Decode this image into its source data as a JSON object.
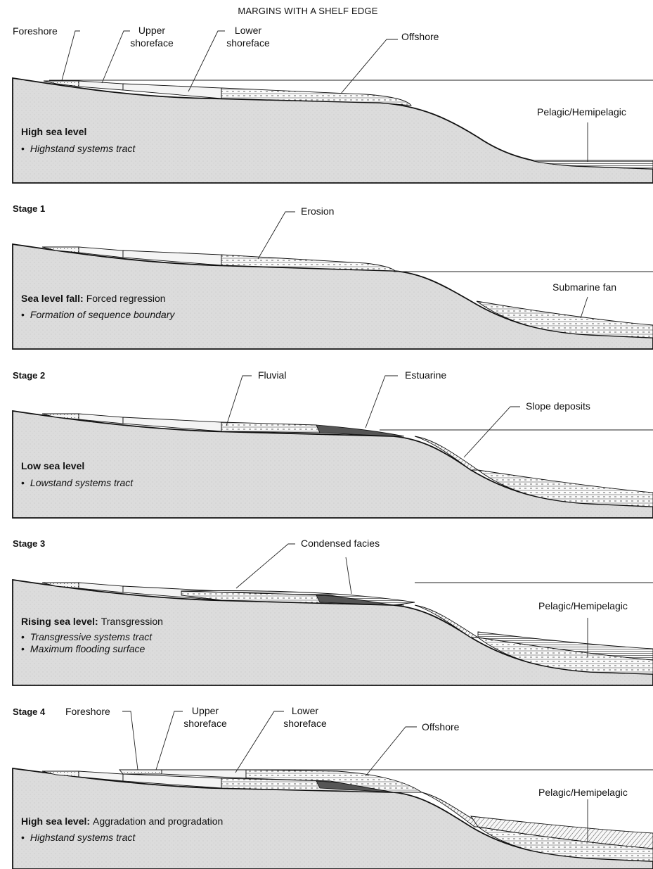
{
  "title": "MARGINS WITH A SHELF EDGE",
  "panel0": {
    "labels": {
      "foreshore": "Foreshore",
      "upper_1": "Upper",
      "upper_2": "shoreface",
      "lower_1": "Lower",
      "lower_2": "shoreface",
      "offshore": "Offshore",
      "pelagic": "Pelagic/Hemipelagic"
    },
    "caption_bold": "High sea level",
    "bullet1": "Highstand systems tract"
  },
  "panel1": {
    "stage": "Stage 1",
    "labels": {
      "erosion": "Erosion",
      "fan": "Submarine fan"
    },
    "caption_bold": "Sea level fall:",
    "caption_rest": "Forced regression",
    "bullet1": "Formation of sequence boundary"
  },
  "panel2": {
    "stage": "Stage 2",
    "labels": {
      "fluvial": "Fluvial",
      "estuarine": "Estuarine",
      "slope": "Slope deposits"
    },
    "caption_bold": "Low sea level",
    "bullet1": "Lowstand systems tract"
  },
  "panel3": {
    "stage": "Stage 3",
    "labels": {
      "condensed": "Condensed facies",
      "pelagic": "Pelagic/Hemipelagic"
    },
    "caption_bold": "Rising sea level:",
    "caption_rest": "Transgression",
    "bullet1": "Transgressive systems tract",
    "bullet2": "Maximum flooding surface"
  },
  "panel4": {
    "stage": "Stage 4",
    "labels": {
      "foreshore": "Foreshore",
      "upper_1": "Upper",
      "upper_2": "shoreface",
      "lower_1": "Lower",
      "lower_2": "shoreface",
      "offshore": "Offshore",
      "pelagic": "Pelagic/Hemipelagic"
    },
    "caption_bold": "High sea level:",
    "caption_rest": "Aggradation and progradation",
    "bullet1": "Highstand systems tract"
  },
  "bullet_char": "•"
}
